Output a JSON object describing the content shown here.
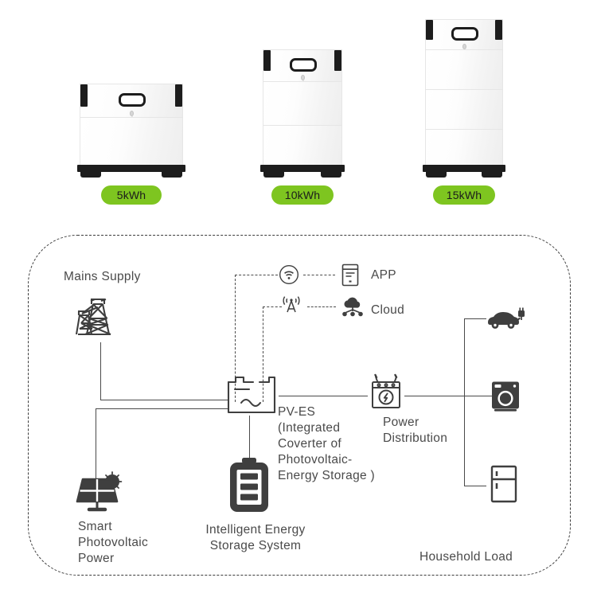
{
  "products": [
    {
      "capacity_label": "5kWh",
      "modules": 2,
      "icon": "battery-cabinet-5kwh"
    },
    {
      "capacity_label": "10kWh",
      "modules": 3,
      "icon": "battery-cabinet-10kwh"
    },
    {
      "capacity_label": "15kWh",
      "modules": 4,
      "icon": "battery-cabinet-15kwh"
    }
  ],
  "badge_color": "#7ec520",
  "diagram": {
    "nodes": {
      "mains": {
        "label": "Mains Supply",
        "icon": "transmission-tower-icon"
      },
      "app": {
        "label": "APP",
        "icon": "mobile-device-icon",
        "link_icon": "wifi-icon"
      },
      "cloud": {
        "label": "Cloud",
        "icon": "cloud-network-icon",
        "link_icon": "antenna-signal-icon"
      },
      "inverter": {
        "label": "PV-ES\n(Integrated\nCoverter of\nPhotovoltaic-\nEnergy Storage )",
        "icon": "inverter-icon"
      },
      "power_distribution": {
        "label": "Power\nDistribution",
        "icon": "distribution-box-icon"
      },
      "solar": {
        "label": "Smart\nPhotovoltaic\nPower",
        "icon": "solar-panel-icon"
      },
      "storage": {
        "label": "Intelligent Energy\nStorage System",
        "icon": "battery-icon"
      },
      "household": {
        "label": "Household Load"
      }
    },
    "loads": [
      {
        "name": "electric-vehicle",
        "icon": "electric-car-icon"
      },
      {
        "name": "washing-machine",
        "icon": "washing-machine-icon"
      },
      {
        "name": "refrigerator",
        "icon": "refrigerator-icon"
      }
    ]
  }
}
